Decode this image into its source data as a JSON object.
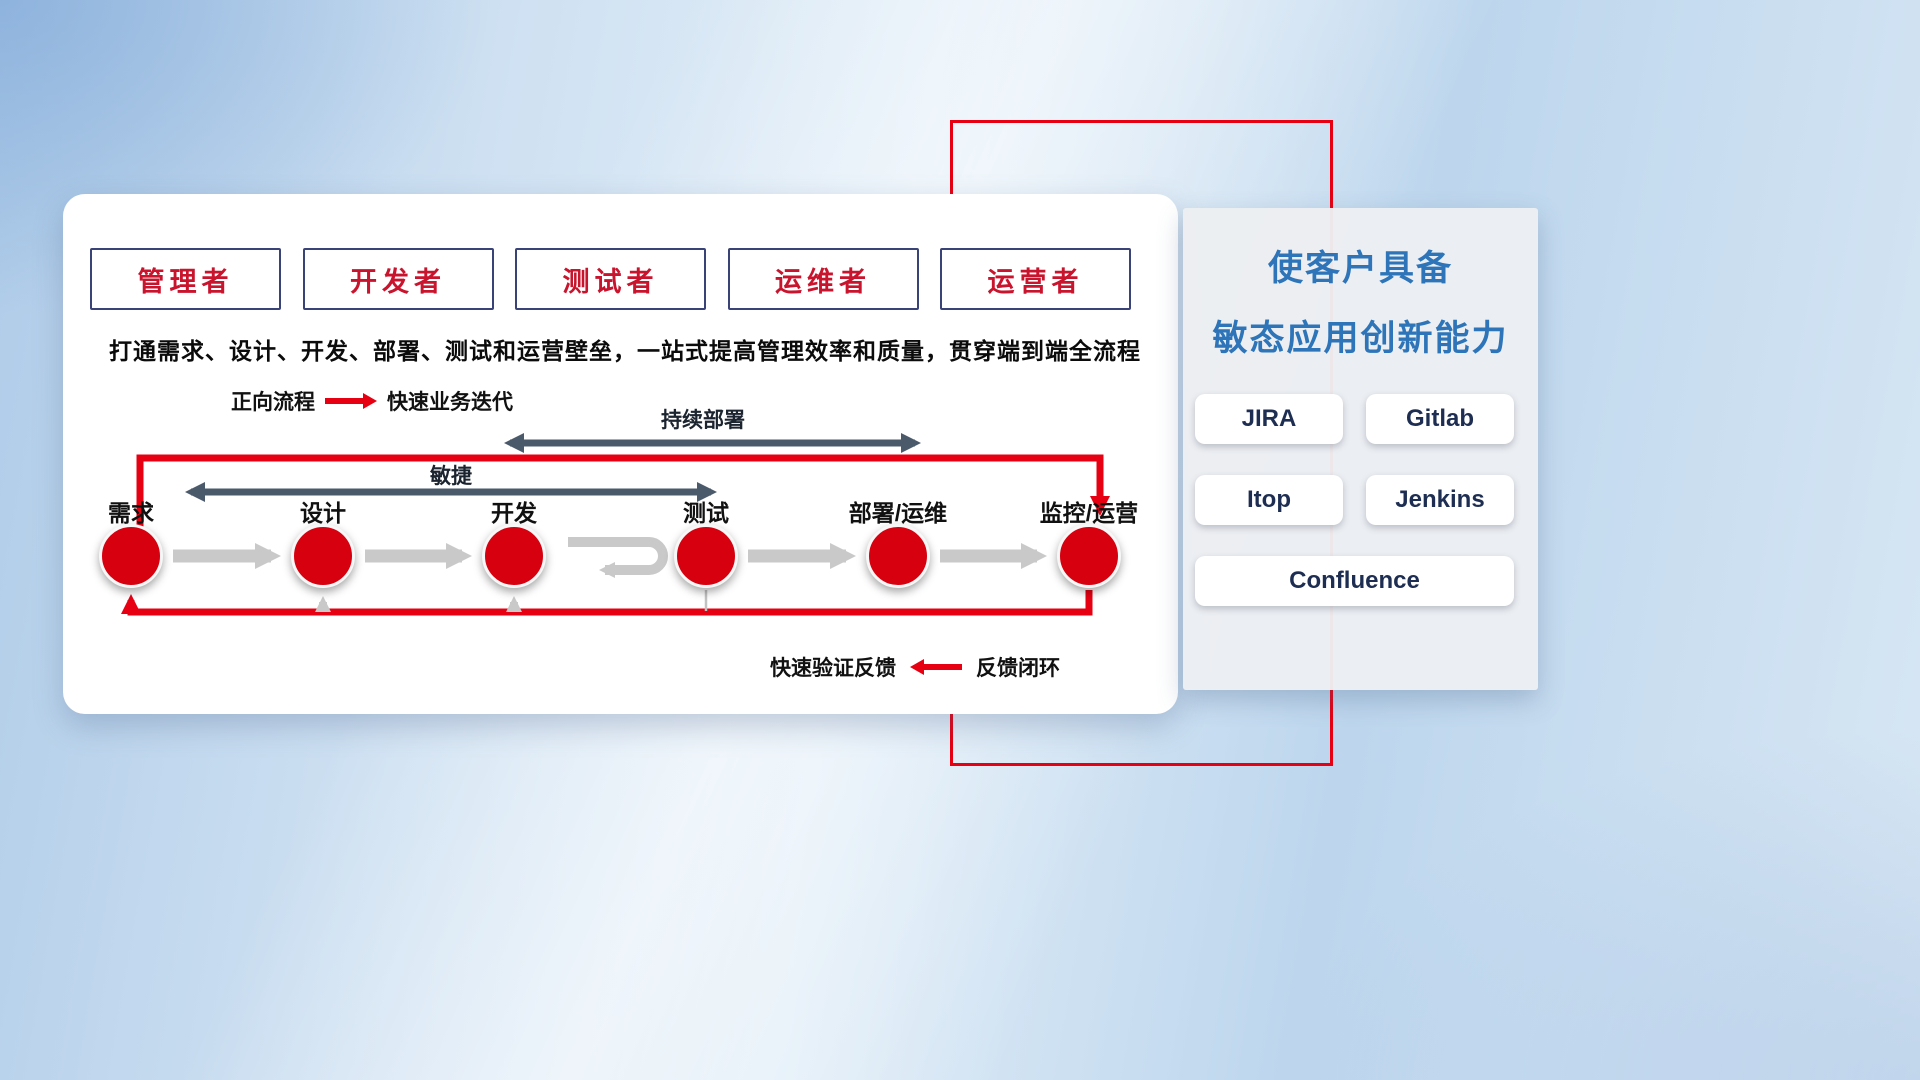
{
  "card": {
    "roles": [
      "管理者",
      "开发者",
      "测试者",
      "运维者",
      "运营者"
    ],
    "description": "打通需求、设计、开发、部署、测试和运营壁垒，一站式提高管理效率和质量，贯穿端到端全流程",
    "forward_legend": {
      "label": "正向流程",
      "desc": "快速业务迭代"
    },
    "feedback_legend": {
      "desc": "快速验证反馈",
      "label": "反馈闭环"
    },
    "arrows": {
      "continuous_deployment": "持续部署",
      "agile": "敏捷"
    },
    "stages": [
      "需求",
      "设计",
      "开发",
      "测试",
      "部署/运维",
      "监控/运营"
    ]
  },
  "panel": {
    "title_line1": "使客户具备",
    "title_line2": "敏态应用创新能力",
    "tools": [
      "JIRA",
      "Gitlab",
      "Itop",
      "Jenkins",
      "Confluence"
    ]
  },
  "colors": {
    "accent_red": "#e60012",
    "circle_red": "#d7000f",
    "role_text_red": "#c9142d",
    "role_border_navy": "#3a4377",
    "dark_arrow": "#4a5a6b",
    "gray_arrow": "#c9c9c9",
    "title_blue": "#2d74b8",
    "tool_text_navy": "#1e2e52"
  }
}
